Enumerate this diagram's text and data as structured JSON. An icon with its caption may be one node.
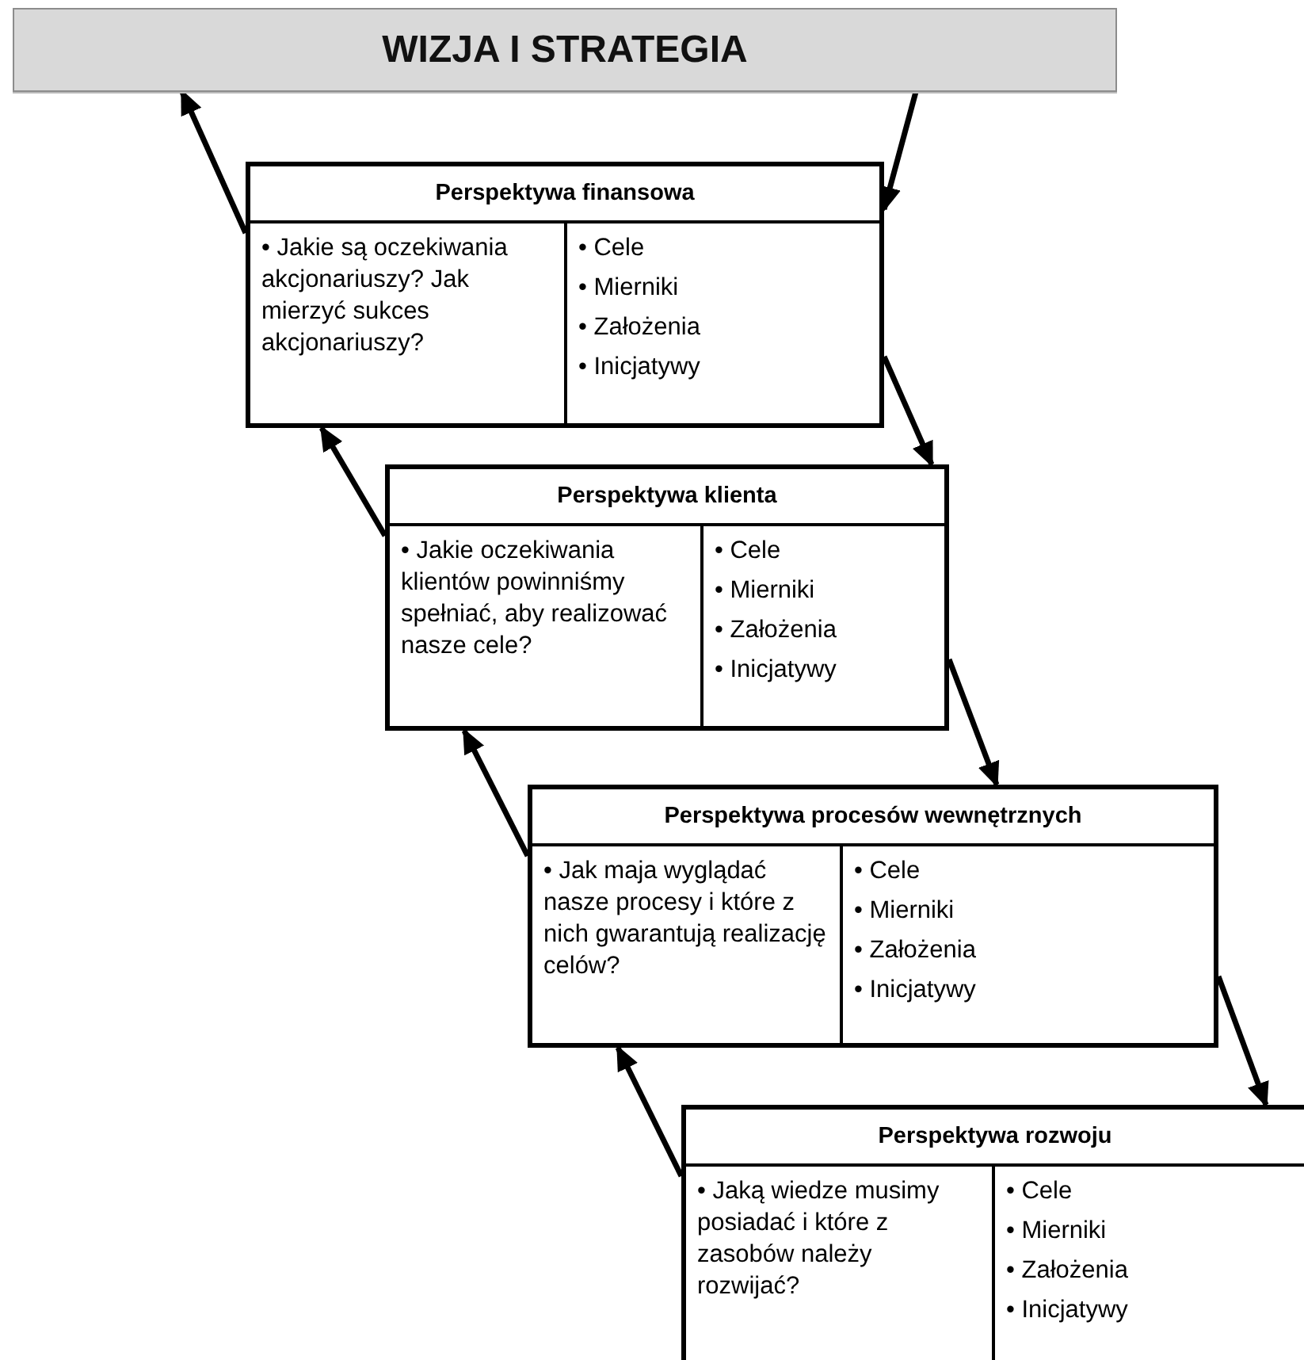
{
  "diagram": {
    "nodes": [
      {
        "text": [
          "WIZJA I STRATEGIA"
        ]
      },
      {
        "text": [
          "Perspektywa finansowa",
          "• Jakie są oczekiwania akcjonariuszy? Jak mierzyć sukces akcjonariuszy?",
          "• Cele",
          "• Mierniki",
          "• Założenia",
          "• Inicjatywy"
        ]
      },
      {
        "text": [
          "Perspektywa klienta",
          "• Jakie oczekiwania klientów powinniśmy spełniać, aby realizować nasze cele?",
          "• Cele",
          "• Mierniki",
          "• Założenia",
          "• Inicjatywy"
        ]
      },
      {
        "text": [
          "Perspektywa procesów wewnętrznych",
          "• Jak maja wyglądać nasze procesy i które z nich gwarantują realizację celów?",
          "• Cele",
          "• Mierniki",
          "• Założenia",
          "• Inicjatywy"
        ]
      },
      {
        "text": [
          "Perspektywa rozwoju",
          "• Jaką wiedze musimy posiadać i które z zasobów należy rozwijać?",
          "• Cele",
          "• Mierniki",
          "• Założenia",
          "• Inicjatywy"
        ]
      }
    ],
    "edges": [
      {
        "from": 1,
        "to": 0,
        "arrow": "to"
      },
      {
        "from": 0,
        "to": 1,
        "arrow": "to"
      },
      {
        "from": 1,
        "to": 2,
        "arrow": "to"
      },
      {
        "from": 2,
        "to": 1,
        "arrow": "to"
      },
      {
        "from": 2,
        "to": 3,
        "arrow": "to"
      },
      {
        "from": 3,
        "to": 2,
        "arrow": "to"
      },
      {
        "from": 3,
        "to": 4,
        "arrow": "to"
      },
      {
        "from": 4,
        "to": 3,
        "arrow": "to"
      }
    ]
  }
}
